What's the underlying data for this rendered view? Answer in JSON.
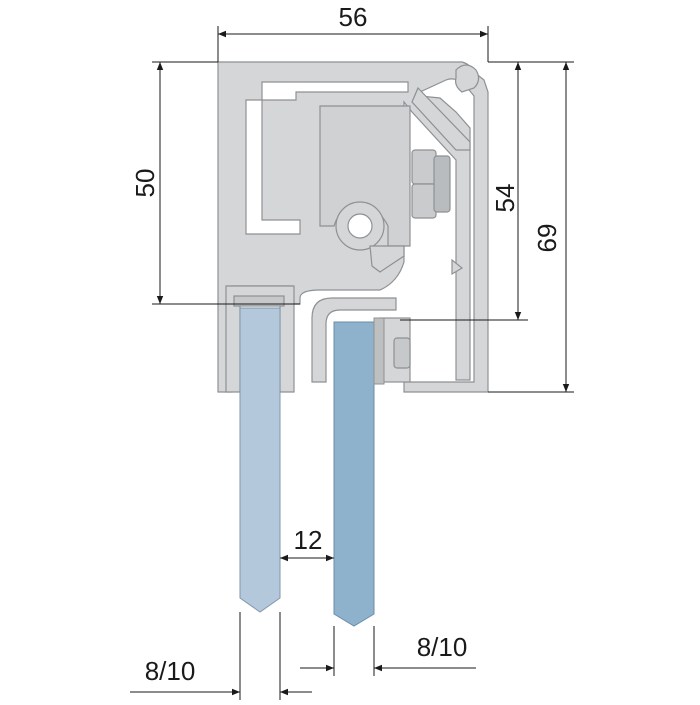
{
  "dimensions": {
    "width_top": "56",
    "height_left": "50",
    "height_inner": "54",
    "height_total": "69",
    "gap_between_panels": "12",
    "glass_left": "8/10",
    "glass_right": "8/10"
  },
  "colors": {
    "profile_fill": "#d4d6d8",
    "profile_stroke": "#8e9194",
    "glass_left": "#b4c8dc",
    "glass_right": "#8fb2cc",
    "dimension_line": "#1a1a1a"
  }
}
